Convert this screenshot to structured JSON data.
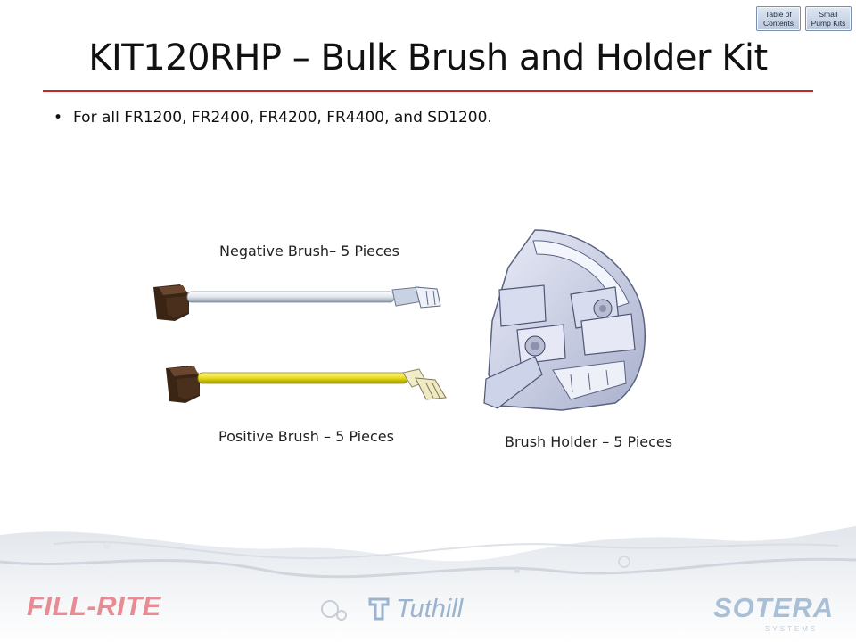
{
  "nav": {
    "toc_label": "Table of\nContents",
    "kits_label": "Small\nPump Kits"
  },
  "slide": {
    "title": "KIT120RHP – Bulk Brush and Holder Kit",
    "bullet": "For all FR1200, FR2400, FR4200, FR4400, and SD1200.",
    "bullet_glyph": "•"
  },
  "captions": {
    "negative": "Negative Brush– 5 Pieces",
    "positive": "Positive Brush  – 5 Pieces",
    "holder": "Brush Holder – 5 Pieces"
  },
  "logos": {
    "fillrite": "FILL-RITE",
    "tuthill": "Tuthill",
    "sotera": "SOTERA",
    "sotera_sub": "SYSTEMS"
  },
  "colors": {
    "accent_rule": "#c0292c",
    "brush_wire_negative": "#e9edf3",
    "brush_wire_positive": "#e8dd18",
    "carbon_block": "#5a3a22"
  }
}
